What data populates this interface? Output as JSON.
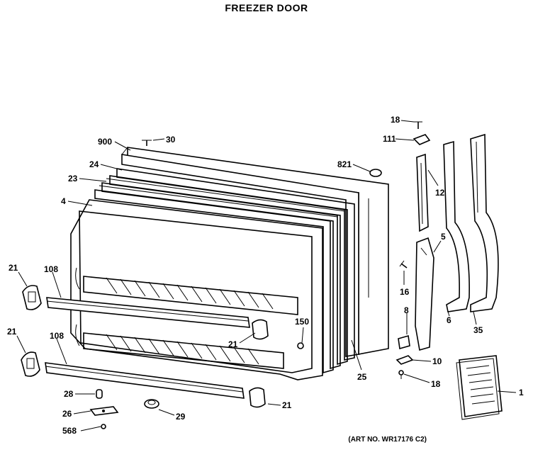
{
  "title": "FREEZER DOOR",
  "art_number": "(ART NO. WR17176 C2)",
  "callouts": [
    {
      "id": "c18a",
      "text": "18"
    },
    {
      "id": "c111",
      "text": "111"
    },
    {
      "id": "c900",
      "text": "900"
    },
    {
      "id": "c30",
      "text": "30"
    },
    {
      "id": "c24",
      "text": "24"
    },
    {
      "id": "c821",
      "text": "821"
    },
    {
      "id": "c23",
      "text": "23"
    },
    {
      "id": "c12",
      "text": "12"
    },
    {
      "id": "c4",
      "text": "4"
    },
    {
      "id": "c5",
      "text": "5"
    },
    {
      "id": "c21a",
      "text": "21"
    },
    {
      "id": "c108a",
      "text": "108"
    },
    {
      "id": "c16",
      "text": "16"
    },
    {
      "id": "c8",
      "text": "8"
    },
    {
      "id": "c150",
      "text": "150"
    },
    {
      "id": "c21b",
      "text": "21"
    },
    {
      "id": "c6",
      "text": "6"
    },
    {
      "id": "c35",
      "text": "35"
    },
    {
      "id": "c21c",
      "text": "21"
    },
    {
      "id": "c108b",
      "text": "108"
    },
    {
      "id": "c10",
      "text": "10"
    },
    {
      "id": "c25",
      "text": "25"
    },
    {
      "id": "c18b",
      "text": "18"
    },
    {
      "id": "c1",
      "text": "1"
    },
    {
      "id": "c28",
      "text": "28"
    },
    {
      "id": "c21d",
      "text": "21"
    },
    {
      "id": "c26",
      "text": "26"
    },
    {
      "id": "c29",
      "text": "29"
    },
    {
      "id": "c568",
      "text": "568"
    }
  ]
}
